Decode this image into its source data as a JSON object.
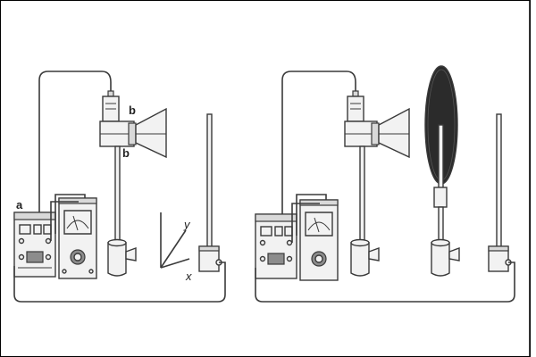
{
  "labels": {
    "a": "a",
    "b_top": "b",
    "b_bottom": "b",
    "axis_y": "y",
    "axis_x": "x"
  },
  "colors": {
    "stroke": "#3a3a3a",
    "fill_light": "#f2f2f2",
    "fill_mid": "#d9d9d9",
    "fill_dark": "#8c8c8c",
    "disc": "#2b2b2b",
    "border": "#000000"
  }
}
